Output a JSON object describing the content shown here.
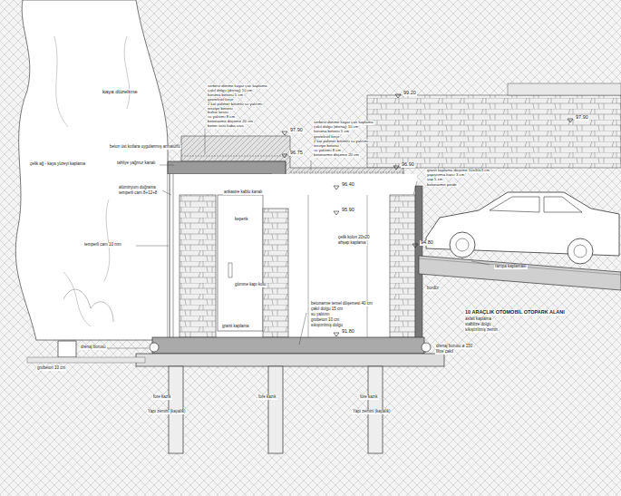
{
  "diagram": {
    "labels": [
      "kaya düzeltme",
      "beton üst kotlara uygulanmış armatürlü",
      "tahliye yağmur kanalı",
      "çelik ağ - kaya yüzeyi kaplama",
      "alüminyum doğrama",
      "temperli cam 8+12+8",
      "temperli cam 10 mm",
      "drenaj borusu",
      "grobeton 10 cm",
      "ankastre kablo kanalı",
      "kepenk",
      "gömme kapı kolu",
      "granit kaplama",
      "çelik kolon 20x20",
      "ahşap kaplama",
      "betonarme temel döşemesi 40 cm",
      "çakıl dolgu 15 cm",
      "su yalıtımı",
      "grobeton 10 cm",
      "sıkıştırılmış dolgu",
      "10 ARAÇLIK OTOMOBİL OTOPARK ALANI",
      "asfalt kaplama",
      "stabilize dolgu",
      "sıkıştırılmış zemin",
      "drenaj borusu ø 150",
      "filtre çakıl",
      "rampa kaplaması",
      "bordür",
      "fore kazık",
      "fore kazık",
      "fore kazık",
      "Yapı zemini (kayalık)",
      "Yapı zemini (kayalık)",
      "99.20",
      "97.90",
      "97.90",
      "96.75",
      "96.90",
      "96.40",
      "95.90",
      "94.80",
      "91.80",
      "serbest dönme kayar çatı kaplama",
      "çakıl dolgu (drenaj) 10 cm",
      "koruma betonu 5 cm",
      "geotekstil keçe",
      "2 kat polimer bitümlü su yalıtımı",
      "tesviye betonu",
      "buhar kesici",
      "ısı yalıtımı 8 cm",
      "betonarme döşeme 20 cm",
      "beton üstü kaba sıva",
      "serbest dönme kayar çatı kaplama",
      "çakıl dolgu (drenaj) 10 cm",
      "koruma betonu 5 cm",
      "geotekstil keçe",
      "2 kat polimer bitümlü su yalıtımı",
      "tesviye betonu",
      "ısı yalıtımı 8 cm",
      "betonarme döşeme 20 cm",
      "granit kaplama döşeme 10x30x3 cm",
      "yapıştırma harcı 3 cm",
      "şap 5 cm",
      "betonarme perde"
    ]
  }
}
